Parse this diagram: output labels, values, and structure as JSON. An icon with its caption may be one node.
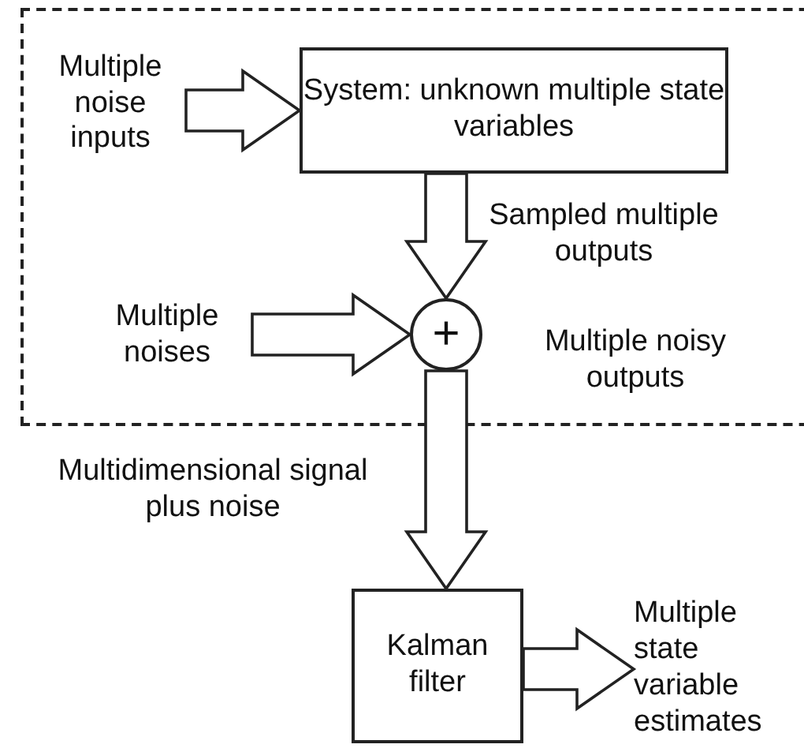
{
  "diagram": {
    "nodes": [
      {
        "text": [],
        "shape": "box"
      },
      {
        "text": [
          "Multiple noise inputs"
        ],
        "in": 0
      },
      {
        "text": [
          "System: unknown multiple state variables"
        ],
        "in": 0
      },
      {
        "text": [
          "Multiple noises"
        ],
        "in": 0
      },
      {
        "text": [
          "+"
        ],
        "in": 0,
        "beside": [
          "Multiple noisy outputs"
        ]
      },
      {
        "text": [
          "Kalman filter"
        ]
      },
      {
        "text": [
          "Multiple state variable estimates"
        ]
      }
    ],
    "edges": [
      {
        "from": 1,
        "to": 2,
        "arrow": "to"
      },
      {
        "from": 2,
        "to": 4,
        "arrow": "to",
        "label": "Sampled multiple outputs"
      },
      {
        "from": 3,
        "to": 4,
        "arrow": "to"
      },
      {
        "from": 4,
        "to": 5,
        "arrow": "to",
        "label": "Multidimensional signal plus noise"
      },
      {
        "from": 5,
        "to": 6,
        "arrow": "to"
      }
    ]
  }
}
